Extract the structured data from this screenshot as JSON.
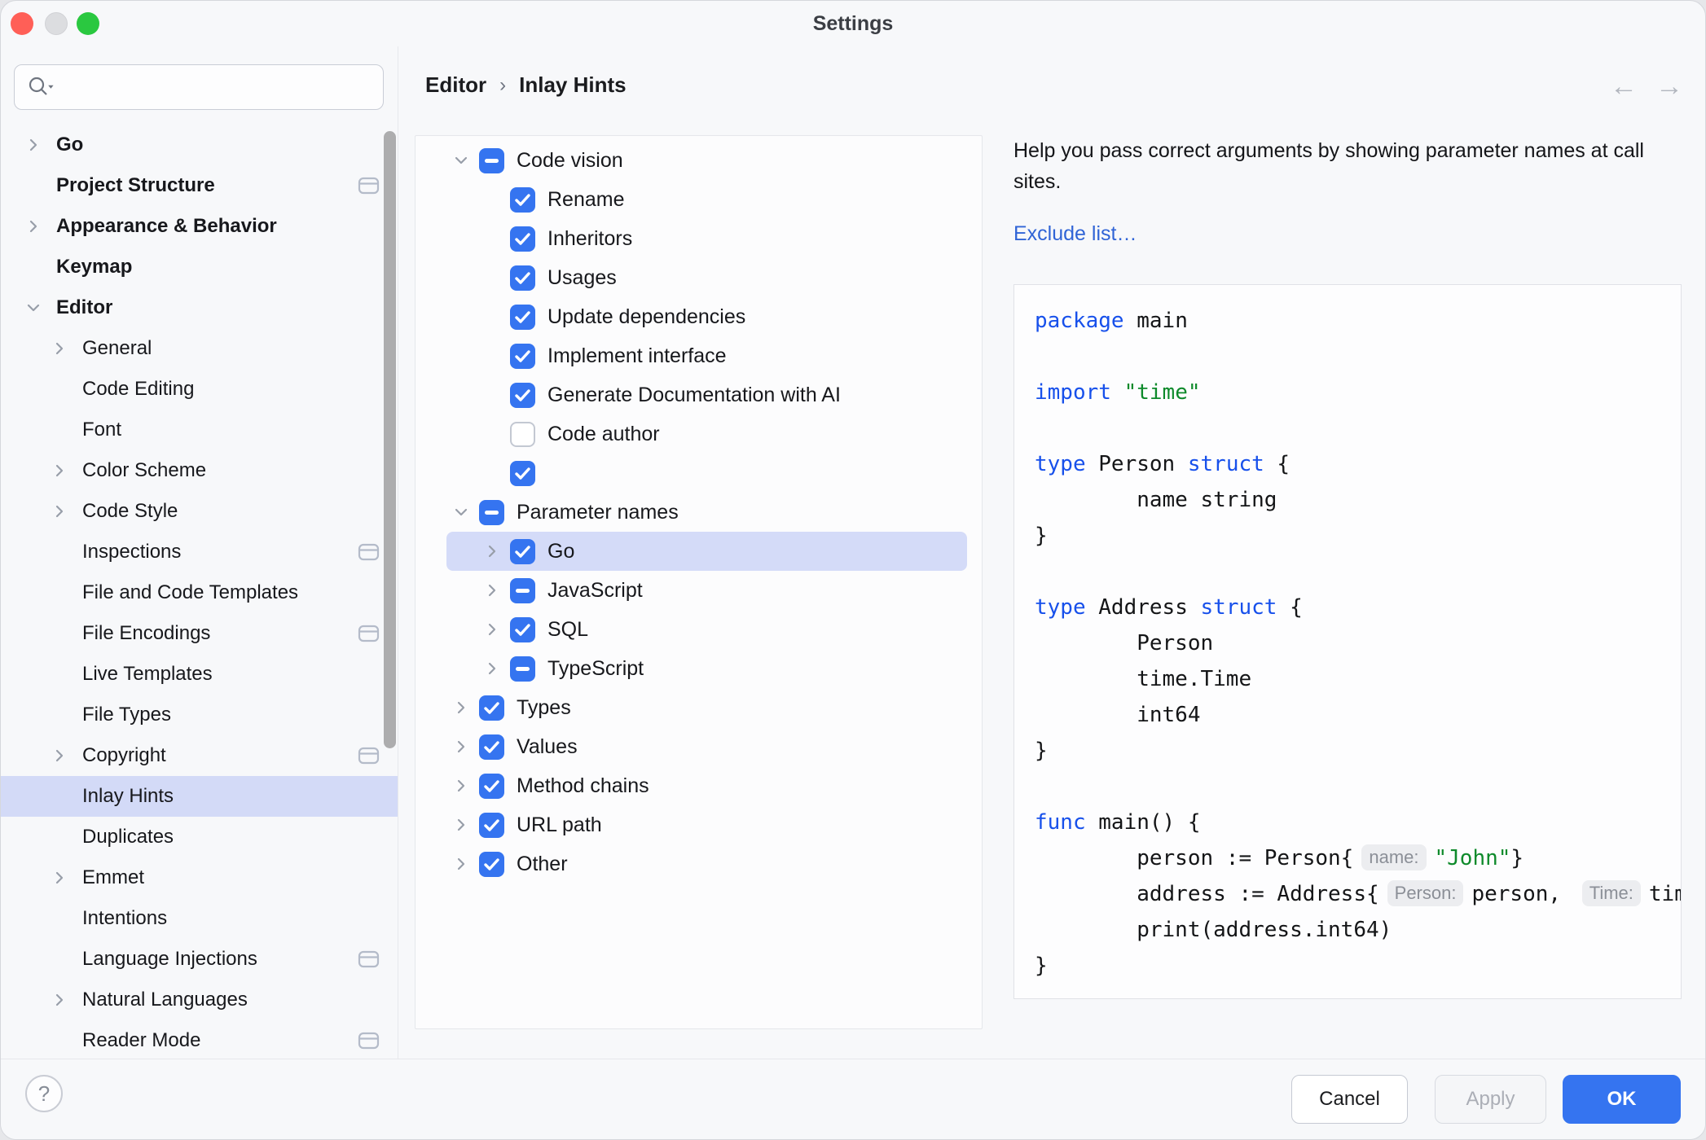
{
  "window": {
    "title": "Settings"
  },
  "colors": {
    "accent": "#3574f0",
    "selection": "#d4dbf8",
    "link": "#3064d6",
    "keyword": "#1750eb",
    "string": "#0e8a2b"
  },
  "search": {
    "value": "",
    "placeholder": ""
  },
  "sidebar": {
    "items": [
      {
        "label": "Go",
        "level": 0,
        "bold": true,
        "chevron": "right",
        "icon": false,
        "selected": false
      },
      {
        "label": "Project Structure",
        "level": 0,
        "bold": true,
        "chevron": null,
        "icon": true,
        "selected": false
      },
      {
        "label": "Appearance & Behavior",
        "level": 0,
        "bold": true,
        "chevron": "right",
        "icon": false,
        "selected": false
      },
      {
        "label": "Keymap",
        "level": 0,
        "bold": true,
        "chevron": null,
        "icon": false,
        "selected": false
      },
      {
        "label": "Editor",
        "level": 0,
        "bold": true,
        "chevron": "down",
        "icon": false,
        "selected": false
      },
      {
        "label": "General",
        "level": 1,
        "bold": false,
        "chevron": "right",
        "icon": false,
        "selected": false
      },
      {
        "label": "Code Editing",
        "level": 1,
        "bold": false,
        "chevron": null,
        "icon": false,
        "selected": false
      },
      {
        "label": "Font",
        "level": 1,
        "bold": false,
        "chevron": null,
        "icon": false,
        "selected": false
      },
      {
        "label": "Color Scheme",
        "level": 1,
        "bold": false,
        "chevron": "right",
        "icon": false,
        "selected": false
      },
      {
        "label": "Code Style",
        "level": 1,
        "bold": false,
        "chevron": "right",
        "icon": false,
        "selected": false
      },
      {
        "label": "Inspections",
        "level": 1,
        "bold": false,
        "chevron": null,
        "icon": true,
        "selected": false
      },
      {
        "label": "File and Code Templates",
        "level": 1,
        "bold": false,
        "chevron": null,
        "icon": false,
        "selected": false
      },
      {
        "label": "File Encodings",
        "level": 1,
        "bold": false,
        "chevron": null,
        "icon": true,
        "selected": false
      },
      {
        "label": "Live Templates",
        "level": 1,
        "bold": false,
        "chevron": null,
        "icon": false,
        "selected": false
      },
      {
        "label": "File Types",
        "level": 1,
        "bold": false,
        "chevron": null,
        "icon": false,
        "selected": false
      },
      {
        "label": "Copyright",
        "level": 1,
        "bold": false,
        "chevron": "right",
        "icon": true,
        "selected": false
      },
      {
        "label": "Inlay Hints",
        "level": 1,
        "bold": false,
        "chevron": null,
        "icon": false,
        "selected": true
      },
      {
        "label": "Duplicates",
        "level": 1,
        "bold": false,
        "chevron": null,
        "icon": false,
        "selected": false
      },
      {
        "label": "Emmet",
        "level": 1,
        "bold": false,
        "chevron": "right",
        "icon": false,
        "selected": false
      },
      {
        "label": "Intentions",
        "level": 1,
        "bold": false,
        "chevron": null,
        "icon": false,
        "selected": false
      },
      {
        "label": "Language Injections",
        "level": 1,
        "bold": false,
        "chevron": null,
        "icon": true,
        "selected": false
      },
      {
        "label": "Natural Languages",
        "level": 1,
        "bold": false,
        "chevron": "right",
        "icon": false,
        "selected": false
      },
      {
        "label": "Reader Mode",
        "level": 1,
        "bold": false,
        "chevron": null,
        "icon": true,
        "selected": false
      }
    ],
    "help_label": "?"
  },
  "breadcrumb": {
    "items": [
      "Editor",
      "Inlay Hints"
    ],
    "separator": "›"
  },
  "nav": {
    "back": "←",
    "forward": "→"
  },
  "tree": {
    "items": [
      {
        "label": "Code vision",
        "level": 0,
        "chevron": "down",
        "box": "indeterminate",
        "selected": false
      },
      {
        "label": "Rename",
        "level": 1,
        "chevron": null,
        "box": "checked",
        "selected": false
      },
      {
        "label": "Inheritors",
        "level": 1,
        "chevron": null,
        "box": "checked",
        "selected": false
      },
      {
        "label": "Usages",
        "level": 1,
        "chevron": null,
        "box": "checked",
        "selected": false
      },
      {
        "label": "Update dependencies",
        "level": 1,
        "chevron": null,
        "box": "checked",
        "selected": false
      },
      {
        "label": "Implement interface",
        "level": 1,
        "chevron": null,
        "box": "checked",
        "selected": false
      },
      {
        "label": "Generate Documentation with AI",
        "level": 1,
        "chevron": null,
        "box": "checked",
        "selected": false
      },
      {
        "label": "Code author",
        "level": 1,
        "chevron": null,
        "box": "unchecked",
        "selected": false
      },
      {
        "label": "",
        "level": 1,
        "chevron": null,
        "box": "checked",
        "selected": false
      },
      {
        "label": "Parameter names",
        "level": 0,
        "chevron": "down",
        "box": "indeterminate",
        "selected": false
      },
      {
        "label": "Go",
        "level": 1,
        "chevron": "right",
        "box": "checked",
        "selected": true
      },
      {
        "label": "JavaScript",
        "level": 1,
        "chevron": "right",
        "box": "indeterminate",
        "selected": false
      },
      {
        "label": "SQL",
        "level": 1,
        "chevron": "right",
        "box": "checked",
        "selected": false
      },
      {
        "label": "TypeScript",
        "level": 1,
        "chevron": "right",
        "box": "indeterminate",
        "selected": false
      },
      {
        "label": "Types",
        "level": 0,
        "chevron": "right",
        "box": "checked",
        "selected": false
      },
      {
        "label": "Values",
        "level": 0,
        "chevron": "right",
        "box": "checked",
        "selected": false
      },
      {
        "label": "Method chains",
        "level": 0,
        "chevron": "right",
        "box": "checked",
        "selected": false
      },
      {
        "label": "URL path",
        "level": 0,
        "chevron": "right",
        "box": "checked",
        "selected": false
      },
      {
        "label": "Other",
        "level": 0,
        "chevron": "right",
        "box": "checked",
        "selected": false
      }
    ]
  },
  "panel": {
    "description": "Help you pass correct arguments by showing parameter names at call sites.",
    "exclude_link": "Exclude list…",
    "code_lines": [
      [
        [
          "k",
          "package"
        ],
        [
          "p",
          " main"
        ]
      ],
      [],
      [
        [
          "k",
          "import"
        ],
        [
          "p",
          " "
        ],
        [
          "s",
          "\"time\""
        ]
      ],
      [],
      [
        [
          "k",
          "type"
        ],
        [
          "p",
          " Person "
        ],
        [
          "k",
          "struct"
        ],
        [
          "p",
          " {"
        ]
      ],
      [
        [
          "p",
          "        name string"
        ]
      ],
      [
        [
          "p",
          "}"
        ]
      ],
      [],
      [
        [
          "k",
          "type"
        ],
        [
          "p",
          " Address "
        ],
        [
          "k",
          "struct"
        ],
        [
          "p",
          " {"
        ]
      ],
      [
        [
          "p",
          "        Person"
        ]
      ],
      [
        [
          "p",
          "        time.Time"
        ]
      ],
      [
        [
          "p",
          "        int64"
        ]
      ],
      [
        [
          "p",
          "}"
        ]
      ],
      [],
      [
        [
          "k",
          "func"
        ],
        [
          "p",
          " main() {"
        ]
      ],
      [
        [
          "p",
          "        person := Person{"
        ],
        [
          "h",
          "name:"
        ],
        [
          "s",
          "\"John\""
        ],
        [
          "p",
          "}"
        ]
      ],
      [
        [
          "p",
          "        address := Address{"
        ],
        [
          "h",
          "Person:"
        ],
        [
          "p",
          "person, "
        ],
        [
          "h",
          "Time:"
        ],
        [
          "p",
          "tim"
        ]
      ],
      [
        [
          "p",
          "        print(address.int64)"
        ]
      ],
      [
        [
          "p",
          "}"
        ]
      ]
    ]
  },
  "footer": {
    "cancel": "Cancel",
    "apply": "Apply",
    "ok": "OK"
  }
}
